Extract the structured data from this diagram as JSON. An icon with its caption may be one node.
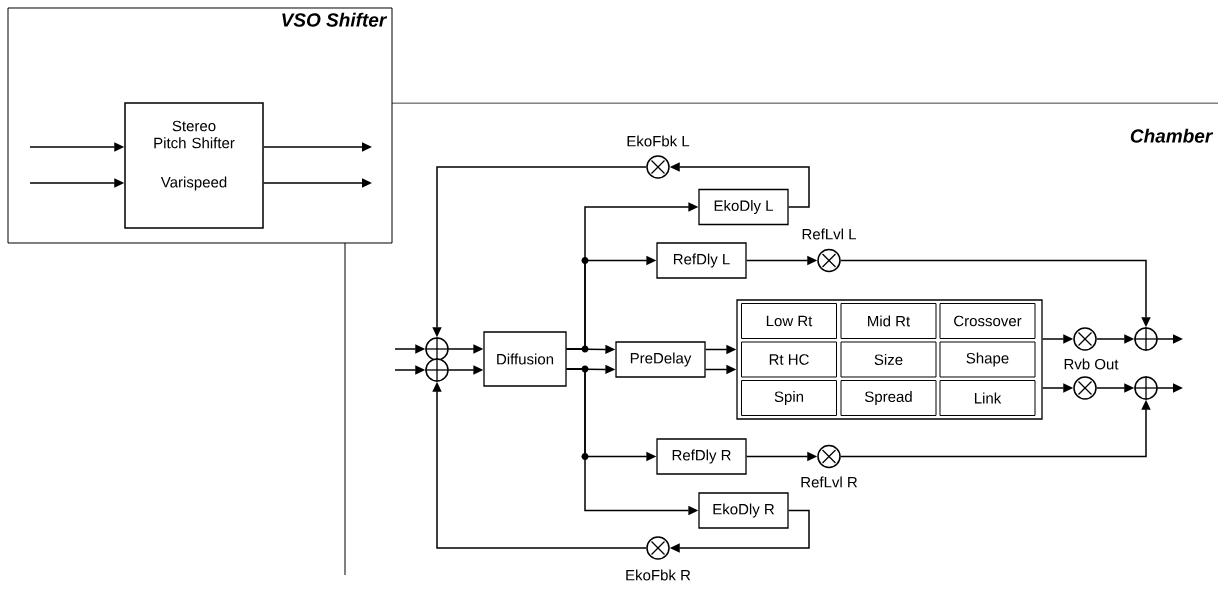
{
  "diagram": {
    "nodes": [
      {
        "text": [
          "VSO Shifter"
        ]
      },
      {
        "text": [
          "Stereo Pitch Shifter",
          "Varispeed"
        ],
        "in": 0
      },
      {
        "text": [
          "Chamber"
        ]
      },
      {
        "text": [],
        "shape": "circle",
        "beside": [
          "EkoFbk L"
        ],
        "in": 2
      },
      {
        "text": [
          "EkoDly L"
        ],
        "in": 2
      },
      {
        "text": [
          "RefDly L"
        ],
        "in": 2
      },
      {
        "text": [],
        "shape": "circle",
        "beside": [
          "RefLvl L"
        ],
        "in": 2
      },
      {
        "text": [],
        "shape": "circle",
        "in": 2
      },
      {
        "text": [],
        "shape": "circle",
        "in": 2
      },
      {
        "text": [
          "Diffusion"
        ],
        "in": 2
      },
      {
        "text": [
          "PreDelay"
        ],
        "in": 2
      },
      {
        "text": [],
        "shape": "box",
        "in": 2
      },
      {
        "text": [
          "Low Rt"
        ],
        "in": 11
      },
      {
        "text": [
          "Mid Rt"
        ],
        "in": 11
      },
      {
        "text": [
          "Crossover"
        ],
        "in": 11
      },
      {
        "text": [
          "Rt HC"
        ],
        "in": 11
      },
      {
        "text": [
          "Size"
        ],
        "in": 11
      },
      {
        "text": [
          "Shape"
        ],
        "in": 11
      },
      {
        "text": [
          "Spin"
        ],
        "in": 11
      },
      {
        "text": [
          "Spread"
        ],
        "in": 11
      },
      {
        "text": [
          "Link"
        ],
        "in": 11
      },
      {
        "text": [],
        "shape": "circle",
        "in": 2
      },
      {
        "text": [],
        "shape": "circle",
        "in": 2
      },
      {
        "text": [],
        "shape": "circle",
        "in": 2
      },
      {
        "text": [],
        "shape": "circle",
        "in": 2
      },
      {
        "text": [
          "RefDly R"
        ],
        "in": 2
      },
      {
        "text": [],
        "shape": "circle",
        "beside": [
          "RefLvl R"
        ],
        "in": 2
      },
      {
        "text": [
          "EkoDly R"
        ],
        "in": 2
      },
      {
        "text": [],
        "shape": "circle",
        "beside": [
          "EkoFbk R"
        ],
        "in": 2
      }
    ],
    "edges": [
      {
        "from": null,
        "to": 1,
        "arrow": "to"
      },
      {
        "from": null,
        "to": 1,
        "arrow": "to"
      },
      {
        "from": 1,
        "to": null,
        "arrow": "to"
      },
      {
        "from": 1,
        "to": null,
        "arrow": "to"
      },
      {
        "from": null,
        "to": 7,
        "arrow": "to"
      },
      {
        "from": null,
        "to": 8,
        "arrow": "to"
      },
      {
        "from": 7,
        "to": 9,
        "arrow": "to"
      },
      {
        "from": 8,
        "to": 9,
        "arrow": "to"
      },
      {
        "from": 9,
        "to": 10,
        "arrow": "to"
      },
      {
        "from": 9,
        "to": 10,
        "arrow": "to"
      },
      {
        "from": 9,
        "to": 4,
        "arrow": "to"
      },
      {
        "from": 9,
        "to": 5,
        "arrow": "to"
      },
      {
        "from": 9,
        "to": 25,
        "arrow": "to"
      },
      {
        "from": 9,
        "to": 27,
        "arrow": "to"
      },
      {
        "from": 4,
        "to": 3,
        "arrow": "to"
      },
      {
        "from": 3,
        "to": 7,
        "arrow": "to"
      },
      {
        "from": 5,
        "to": 6,
        "arrow": "to"
      },
      {
        "from": 6,
        "to": 23,
        "arrow": "to"
      },
      {
        "from": 10,
        "to": 11,
        "arrow": "to"
      },
      {
        "from": 10,
        "to": 11,
        "arrow": "to"
      },
      {
        "from": 11,
        "to": 21,
        "arrow": "to"
      },
      {
        "from": 11,
        "to": 22,
        "arrow": "to"
      },
      {
        "from": 21,
        "to": 23,
        "arrow": "to"
      },
      {
        "from": 22,
        "to": 24,
        "arrow": "to"
      },
      {
        "from": 23,
        "to": null,
        "arrow": "to"
      },
      {
        "from": 24,
        "to": null,
        "arrow": "to"
      },
      {
        "from": 25,
        "to": 26,
        "arrow": "to"
      },
      {
        "from": 26,
        "to": 24,
        "arrow": "to"
      },
      {
        "from": 27,
        "to": 28,
        "arrow": "to"
      },
      {
        "from": 28,
        "to": 8,
        "arrow": "to"
      }
    ],
    "labels": [
      "Rvb Out"
    ]
  }
}
